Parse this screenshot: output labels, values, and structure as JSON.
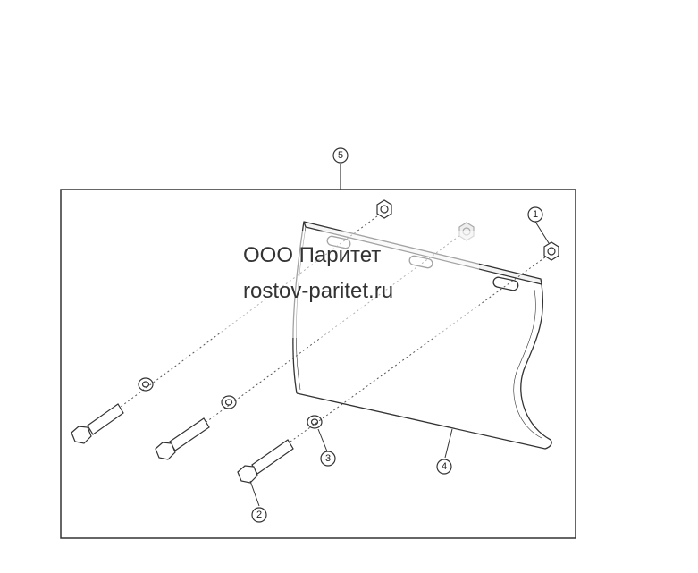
{
  "callouts": {
    "c1": "1",
    "c2": "2",
    "c3": "3",
    "c4": "4",
    "c5": "5"
  },
  "watermark": {
    "line1": "ООО Паритет",
    "line2": "rostov-paritet.ru"
  }
}
